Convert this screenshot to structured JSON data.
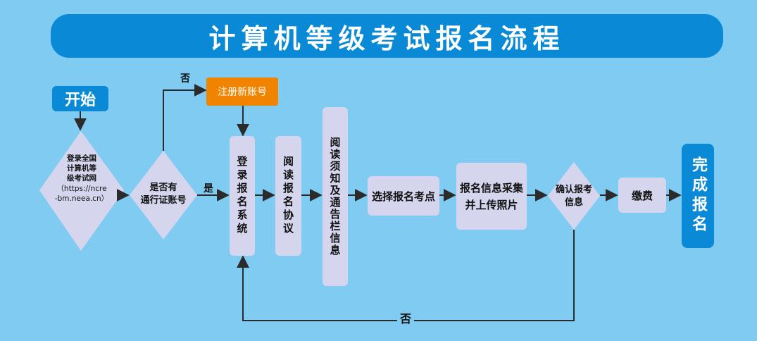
{
  "title": "计算机等级考试报名流程",
  "nodes": {
    "start": "开始",
    "login_site": {
      "line1": "登录全国",
      "line2": "计算机等",
      "line3": "级考试网",
      "line4": "（https://ncre",
      "line5": "-bm.neea.cn）"
    },
    "has_account": {
      "line1": "是否有",
      "line2": "通行证账号"
    },
    "register": "注册新账号",
    "login_system": "登录报名系统",
    "read_agreement": "阅读报名协议",
    "read_notice": "阅读须知及通告栏信息",
    "choose_site": "选择报名考点",
    "upload": {
      "line1": "报名信息采集",
      "line2": "并上传照片"
    },
    "confirm": {
      "line1": "确认报考",
      "line2": "信息"
    },
    "pay": "缴费",
    "finish": "完成报名"
  },
  "edges": {
    "no_top": "否",
    "yes": "是",
    "no_bottom": "否"
  },
  "colors": {
    "background": "#7fcbf1",
    "accent": "#0a8ad6",
    "orange": "#f08300",
    "lavender": "#d5d6ee",
    "line": "#2b2b2b"
  }
}
